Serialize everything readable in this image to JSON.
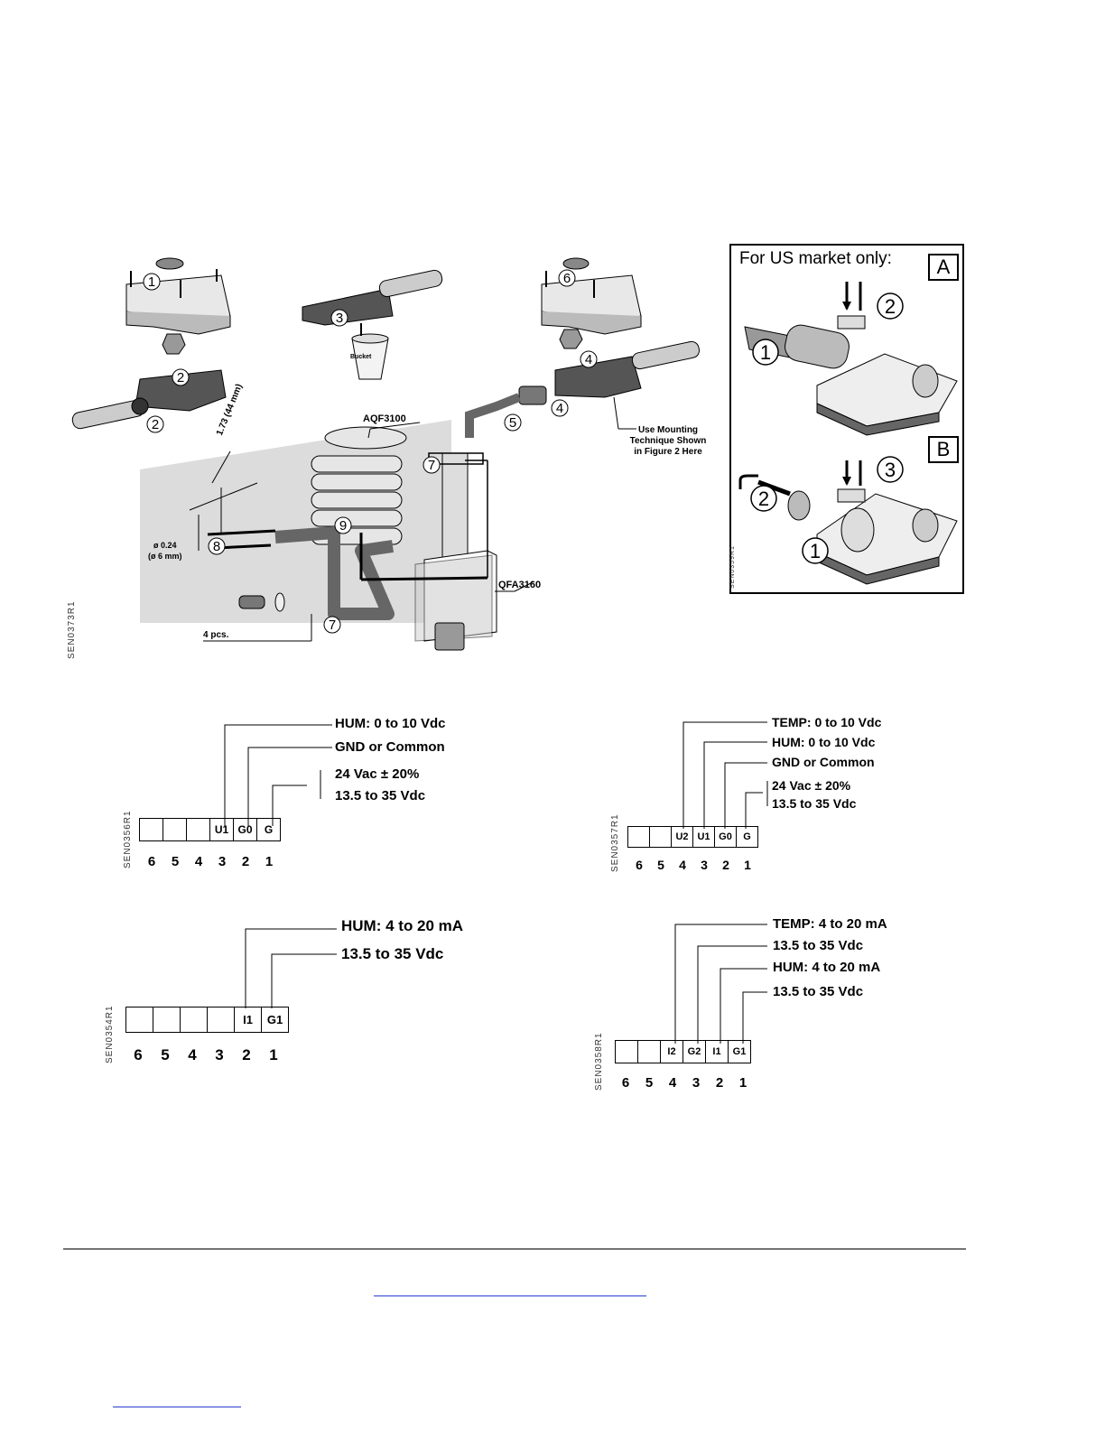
{
  "mounting_figure": {
    "drawing_id": "SEN0373R1",
    "labels": {
      "aqf": "AQF3100",
      "qfa": "QFA3160",
      "dimension_spacing": "1.73",
      "dimension_spacing_mm": "(44 mm)",
      "hole_dia": "ø 0.24",
      "hole_dia_mm": "(ø 6 mm)",
      "pieces": "4 pcs.",
      "technique_note_1": "Use Mounting",
      "technique_note_2": "Technique Shown",
      "technique_note_3": "in Figure 2 Here",
      "bucket": "Bucket"
    },
    "step_numbers": [
      "1",
      "2",
      "2",
      "3",
      "6",
      "4",
      "4",
      "5",
      "7",
      "7",
      "8",
      "9"
    ]
  },
  "us_panel": {
    "title": "For US market only:",
    "drawing_id": "SEN0359R1",
    "panel_a": {
      "letter": "A",
      "steps": [
        "1",
        "2"
      ]
    },
    "panel_b": {
      "letter": "B",
      "steps": [
        "1",
        "2",
        "3"
      ]
    }
  },
  "wiring": [
    {
      "drawing_id": "SEN0356R1",
      "terminals": [
        "",
        "",
        "",
        "U1",
        "G0",
        "G"
      ],
      "numbers": [
        "6",
        "5",
        "4",
        "3",
        "2",
        "1"
      ],
      "labels": [
        "HUM: 0 to 10 Vdc",
        "GND or Common",
        "24 Vac ± 20%",
        "13.5 to 35 Vdc"
      ]
    },
    {
      "drawing_id": "SEN0357R1",
      "terminals": [
        "",
        "",
        "U2",
        "U1",
        "G0",
        "G"
      ],
      "numbers": [
        "6",
        "5",
        "4",
        "3",
        "2",
        "1"
      ],
      "labels": [
        "TEMP: 0 to 10 Vdc",
        "HUM: 0 to 10 Vdc",
        "GND or Common",
        "24 Vac ± 20%",
        "13.5 to 35 Vdc"
      ]
    },
    {
      "drawing_id": "SEN0354R1",
      "terminals": [
        "",
        "",
        "",
        "",
        "I1",
        "G1"
      ],
      "numbers": [
        "6",
        "5",
        "4",
        "3",
        "2",
        "1"
      ],
      "labels": [
        "HUM: 4 to 20 mA",
        "13.5 to 35 Vdc"
      ]
    },
    {
      "drawing_id": "SEN0358R1",
      "terminals": [
        "",
        "",
        "I2",
        "G2",
        "I1",
        "G1"
      ],
      "numbers": [
        "6",
        "5",
        "4",
        "3",
        "2",
        "1"
      ],
      "labels": [
        "TEMP:  4 to 20 mA",
        "13.5 to 35 Vdc",
        "HUM:  4 to 20 mA",
        "13.5 to 35 Vdc"
      ]
    }
  ],
  "colors": {
    "link": "#2a3bd1",
    "wall": "#d9d9d9"
  }
}
